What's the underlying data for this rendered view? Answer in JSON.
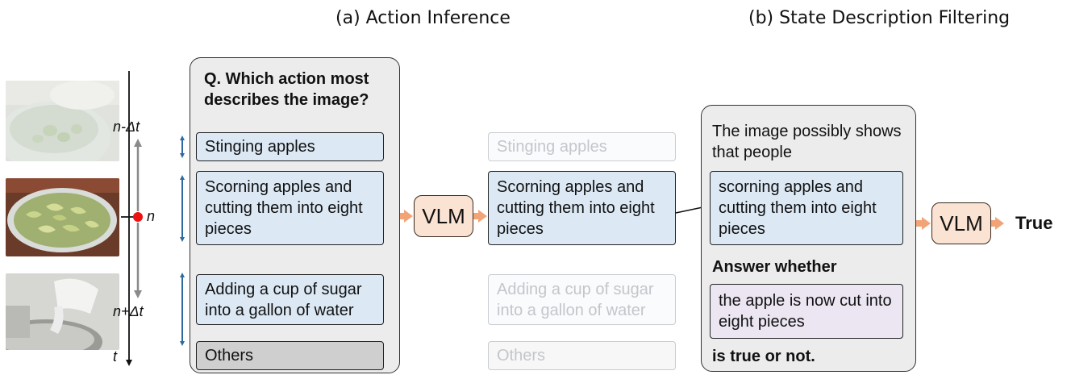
{
  "titles": {
    "action_inference": "(a) Action Inference",
    "state_filtering": "(b) State Description Filtering"
  },
  "timeline": {
    "minus_label": "n-Δt",
    "n_label": "n",
    "plus_label": "n+Δt",
    "t_label": "t"
  },
  "question": "Q. Which action most describes the image?",
  "options": [
    "Stinging apples",
    "Scorning apples and cutting them into eight pieces",
    "Adding a cup of sugar into a gallon of water",
    "Others"
  ],
  "vlm_label": "VLM",
  "filter_panel": {
    "intro": "The image possibly shows that people",
    "action_text": "scorning apples and cutting them into eight pieces",
    "answer_whether": "Answer whether",
    "state_text": "the apple is now cut into eight pieces",
    "suffix": "is true or not."
  },
  "result": "True",
  "colors": {
    "option_fill": "#dce9f5",
    "state_fill": "#ece6f3",
    "vlm_fill": "#fbe3d3",
    "arrow_orange": "#f2a477",
    "interval_arrow": "#2c6aa0",
    "current_frame_dot": "#ee1111"
  }
}
